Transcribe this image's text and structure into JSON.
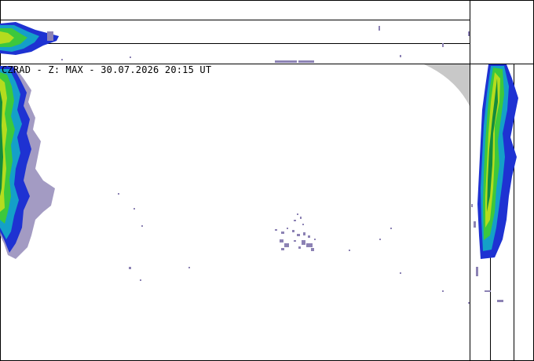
{
  "radar_product": {
    "title": "CZRAD - Z: MAX - 30.07.2026 20:15 UT",
    "colors": {
      "background": "#ffffff",
      "frame": "#000000",
      "out_of_range": "#c8c8c8",
      "weak_echo": "#8c82b4",
      "blue": "#1e32d2",
      "cyan": "#14a0c8",
      "green": "#3cc83c",
      "yellow_green": "#b4dc1e",
      "dark_green": "#148c3c"
    },
    "panels": [
      "main-max-projection",
      "top-vertical-profile",
      "side-vertical-profile"
    ]
  }
}
